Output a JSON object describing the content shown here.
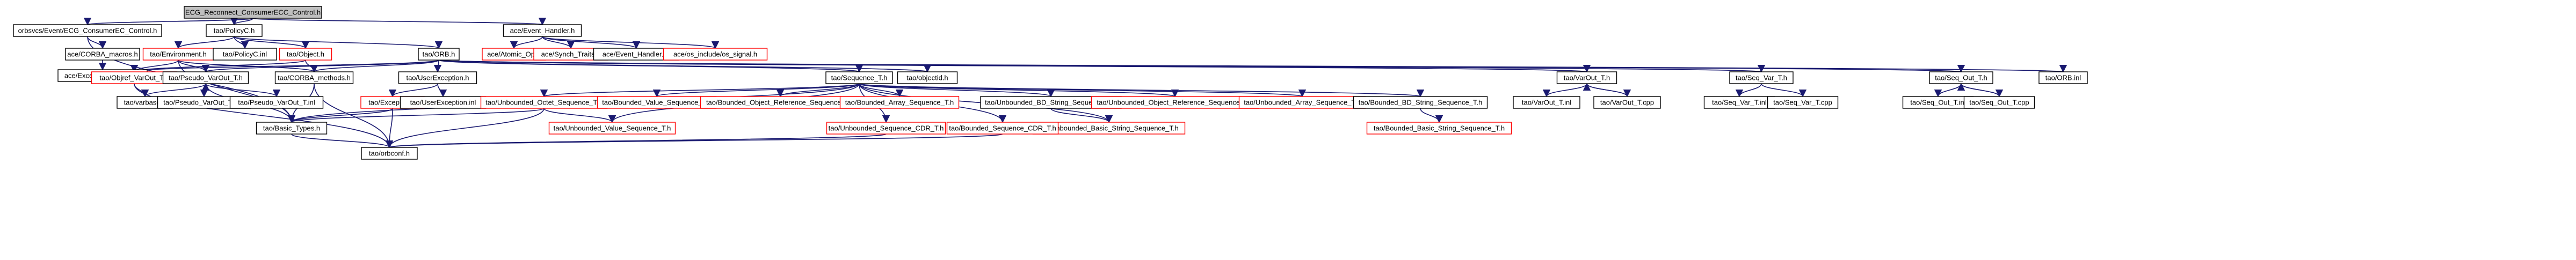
{
  "graph": {
    "edge_color": "#191970",
    "missing_border_color": "#ff0000",
    "root_fill_color": "#bfbfbf",
    "nodes": [
      {
        "id": "root",
        "label": "ECG_Reconnect_ConsumerECC_Control.h",
        "kind": "root"
      },
      {
        "id": "ecg_ctrl",
        "label": "orbsvcs/Event/ECG_ConsumerEC_Control.h",
        "kind": "normal"
      },
      {
        "id": "policyc",
        "label": "tao/PolicyC.h",
        "kind": "normal"
      },
      {
        "id": "evt_handler",
        "label": "ace/Event_Handler.h",
        "kind": "normal"
      },
      {
        "id": "corba_macros",
        "label": "ace/CORBA_macros.h",
        "kind": "normal"
      },
      {
        "id": "exc_macros",
        "label": "ace/Exception_Macros.h",
        "kind": "normal"
      },
      {
        "id": "environment",
        "label": "tao/Environment.h",
        "kind": "missing"
      },
      {
        "id": "policyc_inl",
        "label": "tao/PolicyC.inl",
        "kind": "normal"
      },
      {
        "id": "tao_object",
        "label": "tao/Object.h",
        "kind": "missing"
      },
      {
        "id": "orb",
        "label": "tao/ORB.h",
        "kind": "normal"
      },
      {
        "id": "atomic_op",
        "label": "ace/Atomic_Op.h",
        "kind": "missing"
      },
      {
        "id": "synch_traits",
        "label": "ace/Synch_Traits.h",
        "kind": "missing"
      },
      {
        "id": "evt_handler_inl",
        "label": "ace/Event_Handler.inl",
        "kind": "normal"
      },
      {
        "id": "os_signal",
        "label": "ace/os_include/os_signal.h",
        "kind": "missing"
      },
      {
        "id": "objvar",
        "label": "tao/Objref_VarOut_T.h",
        "kind": "missing"
      },
      {
        "id": "pseudo_var",
        "label": "tao/Pseudo_VarOut_T.h",
        "kind": "normal"
      },
      {
        "id": "corba_methods",
        "label": "tao/CORBA_methods.h",
        "kind": "normal"
      },
      {
        "id": "user_exc",
        "label": "tao/UserException.h",
        "kind": "normal"
      },
      {
        "id": "seq_t",
        "label": "tao/Sequence_T.h",
        "kind": "normal"
      },
      {
        "id": "objectid",
        "label": "tao/objectid.h",
        "kind": "normal"
      },
      {
        "id": "varout",
        "label": "tao/VarOut_T.h",
        "kind": "normal"
      },
      {
        "id": "seq_var",
        "label": "tao/Seq_Var_T.h",
        "kind": "normal"
      },
      {
        "id": "seq_out",
        "label": "tao/Seq_Out_T.h",
        "kind": "normal"
      },
      {
        "id": "orb_inl",
        "label": "tao/ORB.inl",
        "kind": "normal"
      },
      {
        "id": "varbase",
        "label": "tao/varbase.h",
        "kind": "normal"
      },
      {
        "id": "pseudo_cpp",
        "label": "tao/Pseudo_VarOut_T.cpp",
        "kind": "normal"
      },
      {
        "id": "pseudo_inl",
        "label": "tao/Pseudo_VarOut_T.inl",
        "kind": "normal"
      },
      {
        "id": "exception",
        "label": "tao/Exception.h",
        "kind": "missing"
      },
      {
        "id": "user_exc_inl",
        "label": "tao/UserException.inl",
        "kind": "normal"
      },
      {
        "id": "varout_inl",
        "label": "tao/VarOut_T.inl",
        "kind": "normal"
      },
      {
        "id": "varout_cpp",
        "label": "tao/VarOut_T.cpp",
        "kind": "normal"
      },
      {
        "id": "seq_var_inl",
        "label": "tao/Seq_Var_T.inl",
        "kind": "normal"
      },
      {
        "id": "seq_var_cpp",
        "label": "tao/Seq_Var_T.cpp",
        "kind": "normal"
      },
      {
        "id": "seq_out_inl",
        "label": "tao/Seq_Out_T.inl",
        "kind": "normal"
      },
      {
        "id": "seq_out_cpp",
        "label": "tao/Seq_Out_T.cpp",
        "kind": "normal"
      },
      {
        "id": "unb_octet",
        "label": "tao/Unbounded_Octet_Sequence_T.h",
        "kind": "missing"
      },
      {
        "id": "bnd_value",
        "label": "tao/Bounded_Value_Sequence_T.h",
        "kind": "missing"
      },
      {
        "id": "bnd_objref",
        "label": "tao/Bounded_Object_Reference_Sequence_T.h",
        "kind": "missing"
      },
      {
        "id": "bnd_array",
        "label": "tao/Bounded_Array_Sequence_T.h",
        "kind": "missing"
      },
      {
        "id": "unb_bd_string",
        "label": "tao/Unbounded_BD_String_Sequence_T.h",
        "kind": "normal"
      },
      {
        "id": "unb_objref",
        "label": "tao/Unbounded_Object_Reference_Sequence_T.h",
        "kind": "missing"
      },
      {
        "id": "unb_array",
        "label": "tao/Unbounded_Array_Sequence_T.h",
        "kind": "missing"
      },
      {
        "id": "bnd_bd_string",
        "label": "tao/Bounded_BD_String_Sequence_T.h",
        "kind": "normal"
      },
      {
        "id": "basic_types",
        "label": "tao/Basic_Types.h",
        "kind": "normal"
      },
      {
        "id": "unb_value",
        "label": "tao/Unbounded_Value_Sequence_T.h",
        "kind": "missing"
      },
      {
        "id": "unb_basic_str",
        "label": "tao/Unbounded_Basic_String_Sequence_T.h",
        "kind": "missing"
      },
      {
        "id": "unb_cdr",
        "label": "tao/Unbounded_Sequence_CDR_T.h",
        "kind": "missing"
      },
      {
        "id": "bnd_cdr",
        "label": "tao/Bounded_Sequence_CDR_T.h",
        "kind": "missing"
      },
      {
        "id": "bnd_basic_str",
        "label": "tao/Bounded_Basic_String_Sequence_T.h",
        "kind": "missing"
      },
      {
        "id": "orbconf",
        "label": "tao/orbconf.h",
        "kind": "normal"
      }
    ],
    "edges": [
      [
        "root",
        "ecg_ctrl"
      ],
      [
        "root",
        "policyc"
      ],
      [
        "root",
        "evt_handler"
      ],
      [
        "ecg_ctrl",
        "corba_macros"
      ],
      [
        "ecg_ctrl",
        "basic_types"
      ],
      [
        "corba_macros",
        "exc_macros"
      ],
      [
        "policyc",
        "environment"
      ],
      [
        "policyc",
        "policyc_inl"
      ],
      [
        "policyc",
        "tao_object"
      ],
      [
        "policyc",
        "orb"
      ],
      [
        "evt_handler",
        "atomic_op"
      ],
      [
        "evt_handler",
        "synch_traits"
      ],
      [
        "evt_handler",
        "evt_handler_inl"
      ],
      [
        "evt_handler",
        "os_signal"
      ],
      [
        "environment",
        "pseudo_var"
      ],
      [
        "environment",
        "corba_methods"
      ],
      [
        "environment",
        "basic_types"
      ],
      [
        "environment",
        "objvar"
      ],
      [
        "tao_object",
        "corba_methods"
      ],
      [
        "tao_object",
        "objvar"
      ],
      [
        "orb",
        "pseudo_var"
      ],
      [
        "orb",
        "corba_methods"
      ],
      [
        "orb",
        "user_exc"
      ],
      [
        "orb",
        "seq_t"
      ],
      [
        "orb",
        "objectid"
      ],
      [
        "orb",
        "varout"
      ],
      [
        "orb",
        "seq_var"
      ],
      [
        "orb",
        "seq_out"
      ],
      [
        "orb",
        "orb_inl"
      ],
      [
        "orb",
        "objvar"
      ],
      [
        "objvar",
        "varbase"
      ],
      [
        "objvar",
        "orbconf"
      ],
      [
        "pseudo_var",
        "varbase"
      ],
      [
        "pseudo_var",
        "pseudo_cpp"
      ],
      [
        "pseudo_var",
        "pseudo_inl"
      ],
      [
        "pseudo_var",
        "basic_types"
      ],
      [
        "pseudo_cpp",
        "pseudo_var"
      ],
      [
        "corba_methods",
        "basic_types"
      ],
      [
        "corba_methods",
        "orbconf"
      ],
      [
        "user_exc",
        "exception"
      ],
      [
        "user_exc",
        "user_exc_inl"
      ],
      [
        "exception",
        "basic_types"
      ],
      [
        "exception",
        "orbconf"
      ],
      [
        "seq_t",
        "unb_octet"
      ],
      [
        "seq_t",
        "bnd_value"
      ],
      [
        "seq_t",
        "bnd_objref"
      ],
      [
        "seq_t",
        "bnd_array"
      ],
      [
        "seq_t",
        "unb_bd_string"
      ],
      [
        "seq_t",
        "unb_objref"
      ],
      [
        "seq_t",
        "unb_array"
      ],
      [
        "seq_t",
        "bnd_bd_string"
      ],
      [
        "seq_t",
        "unb_value"
      ],
      [
        "seq_t",
        "unb_basic_str"
      ],
      [
        "seq_t",
        "unb_cdr"
      ],
      [
        "seq_t",
        "bnd_cdr"
      ],
      [
        "seq_t",
        "basic_types"
      ],
      [
        "unb_octet",
        "unb_value"
      ],
      [
        "unb_octet",
        "basic_types"
      ],
      [
        "unb_octet",
        "orbconf"
      ],
      [
        "unb_bd_string",
        "unb_basic_str"
      ],
      [
        "bnd_bd_string",
        "bnd_basic_str"
      ],
      [
        "unb_cdr",
        "orbconf"
      ],
      [
        "bnd_cdr",
        "orbconf"
      ],
      [
        "basic_types",
        "orbconf"
      ],
      [
        "varout",
        "varout_inl"
      ],
      [
        "varout",
        "varout_cpp"
      ],
      [
        "varout_cpp",
        "varout"
      ],
      [
        "seq_var",
        "seq_var_inl"
      ],
      [
        "seq_var",
        "seq_var_cpp"
      ],
      [
        "seq_out",
        "seq_out_inl"
      ],
      [
        "seq_out",
        "seq_out_cpp"
      ],
      [
        "seq_out_cpp",
        "seq_out"
      ]
    ]
  }
}
